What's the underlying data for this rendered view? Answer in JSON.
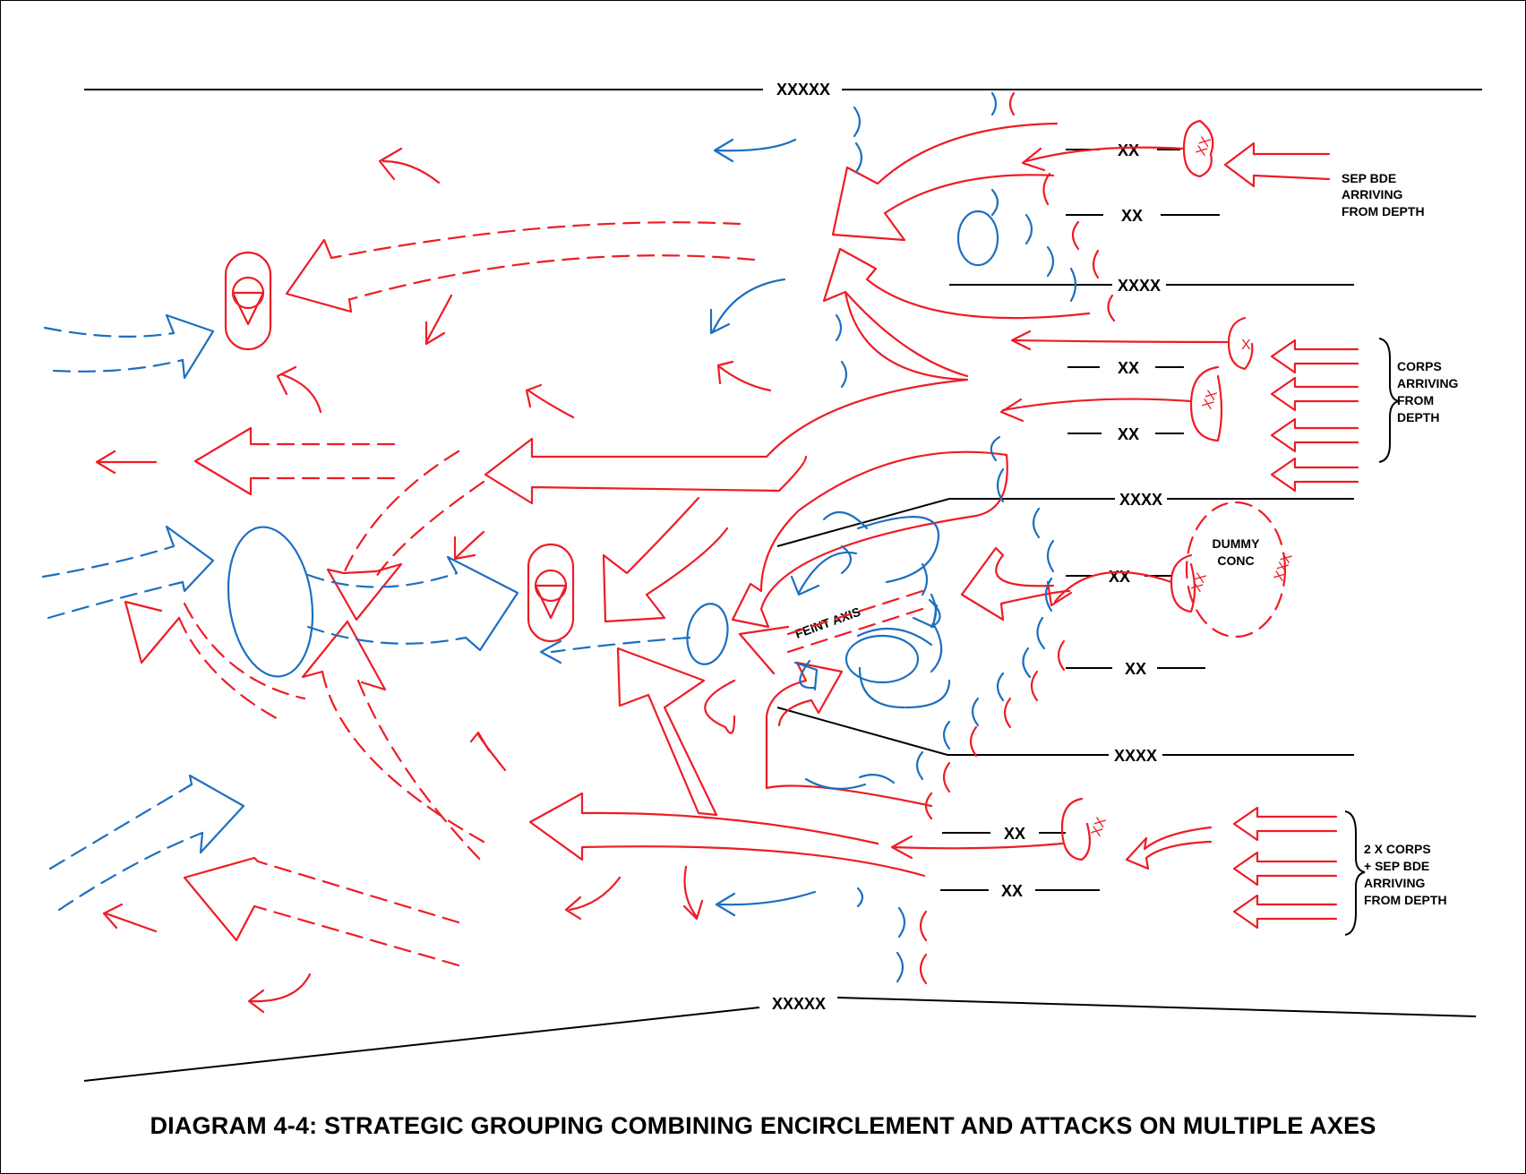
{
  "caption": "DIAGRAM 4-4:  STRATEGIC GROUPING COMBINING ENCIRCLEMENT AND ATTACKS ON MULTIPLE AXES",
  "boundaries": {
    "front_top": "XXXXX",
    "front_bottom": "XXXXX",
    "army_1": "XXXX",
    "army_2": "XXXX",
    "army_3": "XXXX",
    "div_1": "XX",
    "div_2": "XX",
    "div_3": "XX",
    "div_4": "XX",
    "div_5": "XX",
    "div_6": "XX",
    "div_7": "XX",
    "div_8": "XX"
  },
  "notes": {
    "sep_bde_line1": "SEP BDE",
    "sep_bde_line2": "ARRIVING",
    "sep_bde_line3": "FROM DEPTH",
    "corps_line1": "CORPS",
    "corps_line2": "ARRIVING",
    "corps_line3": "FROM",
    "corps_line4": "DEPTH",
    "two_corps_line1": "2 X CORPS",
    "two_corps_line2": "+ SEP BDE",
    "two_corps_line3": "ARRIVING",
    "two_corps_line4": "FROM DEPTH",
    "dummy_line1": "DUMMY",
    "dummy_line2": "CONC",
    "feint_axis": "FEINT AXIS"
  },
  "symbols": {
    "unit_xx": "XX",
    "unit_x": "X",
    "unit_xxx": "XXX"
  },
  "colors": {
    "attacker": "#ee1c25",
    "defender": "#1d6fc0",
    "boundary": "#000000"
  }
}
